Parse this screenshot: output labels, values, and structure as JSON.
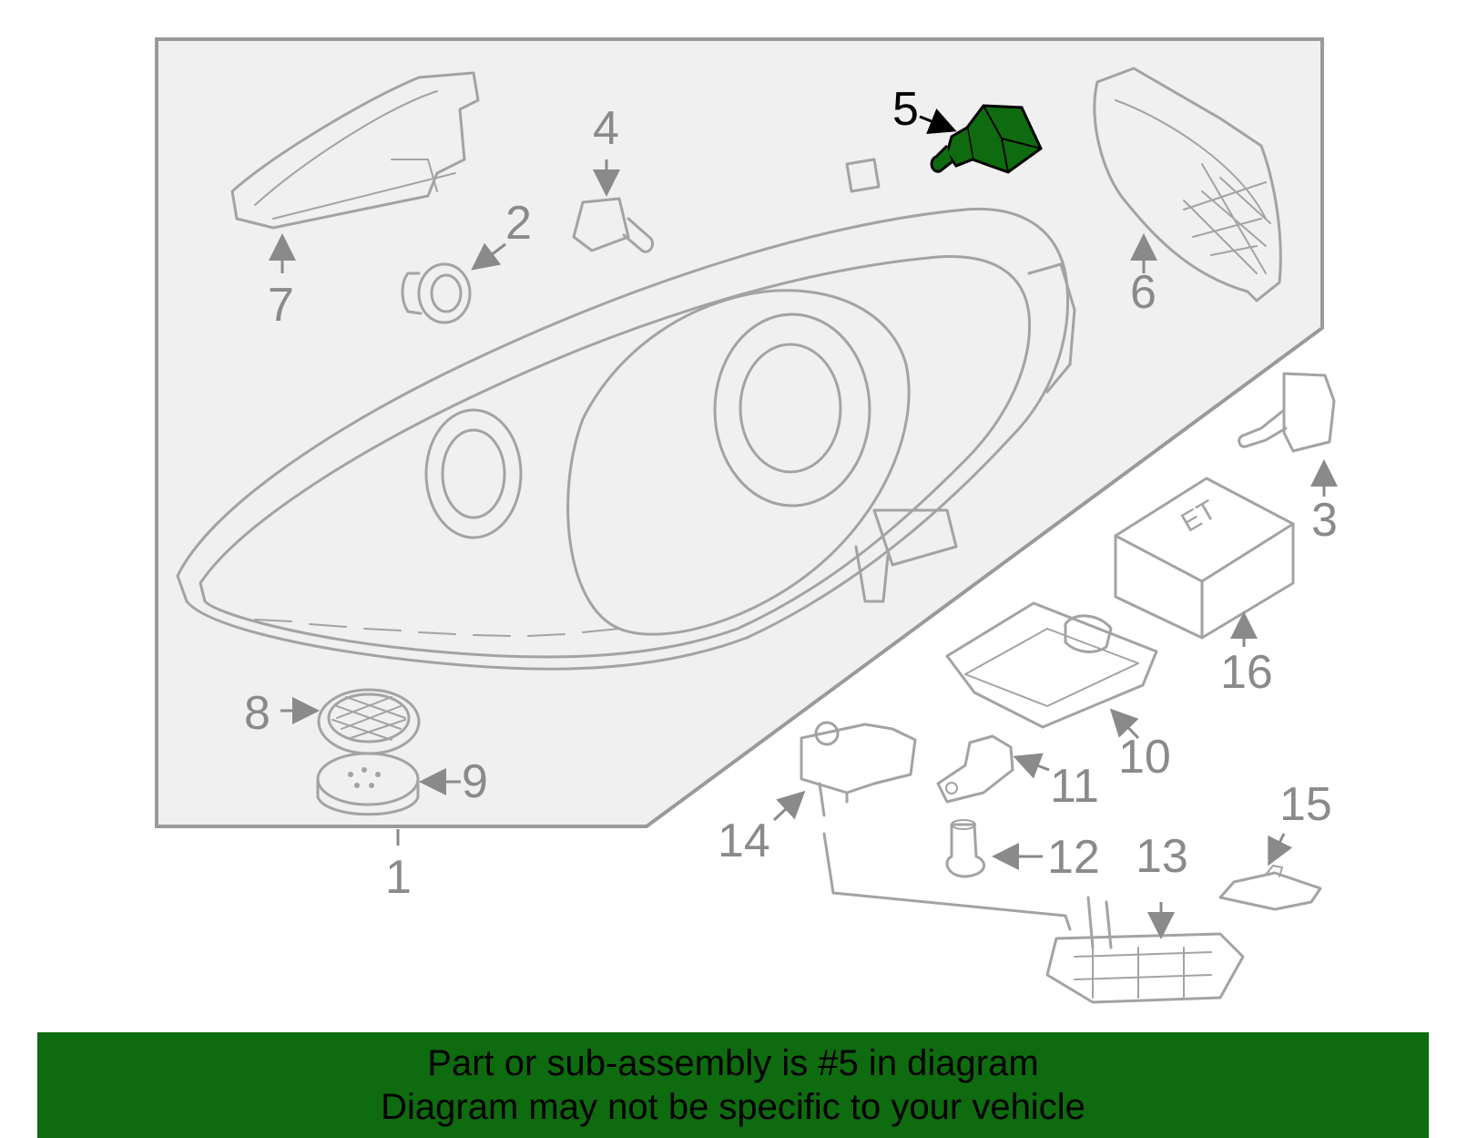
{
  "diagram": {
    "callouts": [
      "1",
      "2",
      "3",
      "4",
      "5",
      "6",
      "7",
      "8",
      "9",
      "10",
      "11",
      "12",
      "13",
      "14",
      "15",
      "16"
    ],
    "highlighted_part": "5",
    "highlight_color": "#0f6b0f"
  },
  "banner": {
    "line1": "Part or sub-assembly is #5 in diagram",
    "line2": "Diagram may not be specific to your vehicle",
    "background": "#0f6b0f"
  }
}
